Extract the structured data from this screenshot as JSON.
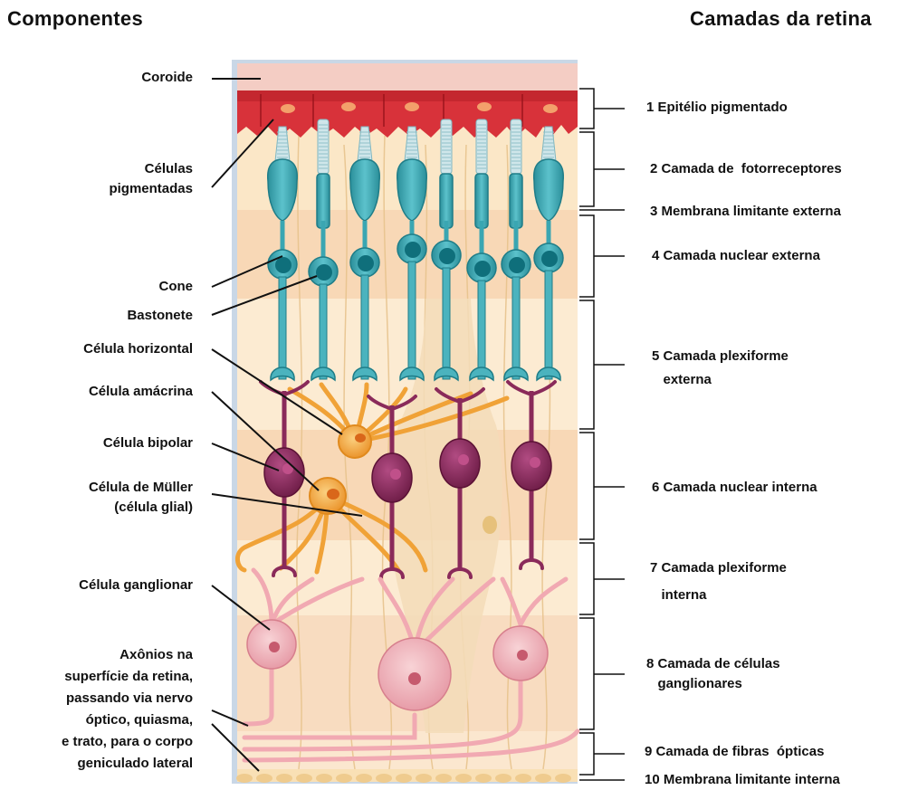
{
  "headers": {
    "components": "Componentes",
    "layers": "Camadas da retina"
  },
  "components": [
    {
      "id": "coroide",
      "lines": [
        "Coroide"
      ]
    },
    {
      "id": "celulas-pigmentadas",
      "lines": [
        "Células",
        "pigmentadas"
      ]
    },
    {
      "id": "cone",
      "lines": [
        "Cone"
      ]
    },
    {
      "id": "bastonete",
      "lines": [
        "Bastonete"
      ]
    },
    {
      "id": "celula-horizontal",
      "lines": [
        "Célula horizontal"
      ]
    },
    {
      "id": "celula-amacrina",
      "lines": [
        "Célula amácrina"
      ]
    },
    {
      "id": "celula-bipolar",
      "lines": [
        "Célula bipolar"
      ]
    },
    {
      "id": "celula-muller",
      "lines": [
        "Célula de Müller",
        "(célula glial)"
      ]
    },
    {
      "id": "celula-ganglionar",
      "lines": [
        "Célula ganglionar"
      ]
    },
    {
      "id": "axonios",
      "lines": [
        "Axônios na",
        "superfície da retina,",
        "passando via nervo",
        "óptico, quiasma,",
        "e trato, para o corpo",
        "geniculado lateral"
      ]
    }
  ],
  "layers": [
    {
      "id": "layer-1",
      "lines": [
        "1 Epitélio pigmentado"
      ]
    },
    {
      "id": "layer-2",
      "lines": [
        "2 Camada de  fotorreceptores"
      ]
    },
    {
      "id": "layer-3",
      "lines": [
        "3 Membrana limitante externa"
      ]
    },
    {
      "id": "layer-4",
      "lines": [
        "4 Camada nuclear externa"
      ]
    },
    {
      "id": "layer-5",
      "lines": [
        "5 Camada plexiforme",
        "   externa"
      ]
    },
    {
      "id": "layer-6",
      "lines": [
        "6 Camada nuclear interna"
      ]
    },
    {
      "id": "layer-7",
      "lines": [
        "7 Camada plexiforme",
        "   interna"
      ]
    },
    {
      "id": "layer-8",
      "lines": [
        "8 Camada de células",
        "   ganglionares"
      ]
    },
    {
      "id": "layer-9",
      "lines": [
        "9 Camada de fibras  ópticas"
      ]
    },
    {
      "id": "layer-10",
      "lines": [
        "10 Membrana limitante interna"
      ]
    }
  ],
  "colors": {
    "choroid": "#f3c9bf",
    "pigment": "#d9333a",
    "cone": "#3aa6b2",
    "rod": "#3aa6b2",
    "horizontal": "#f2a23a",
    "bipolar": "#8a2a5a",
    "ganglion": "#f1b3bb",
    "muller": "#f3dcb8",
    "band_light": "#fbe9cf",
    "band_dark": "#f7d9b5"
  }
}
